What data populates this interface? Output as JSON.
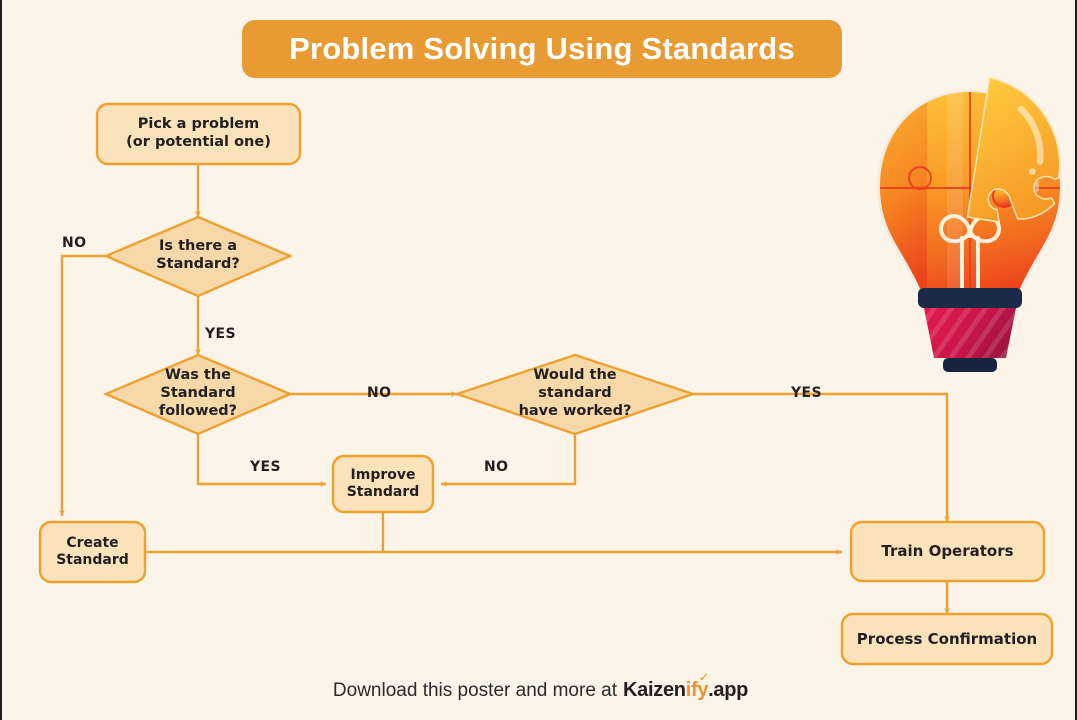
{
  "poster": {
    "title": "Problem Solving Using Standards",
    "background_color": "#FCF4E8",
    "accent_color": "#E89B33",
    "node_fill": "#FAE2BA",
    "diamond_fill": "#F7D8A9",
    "stroke_color": "#EFA130",
    "text_color": "#231f20"
  },
  "nodes": [
    {
      "id": "pick",
      "type": "process",
      "line1": "Pick a problem",
      "line2": "(or potential one)"
    },
    {
      "id": "is_standard",
      "type": "decision",
      "line1": "Is there a",
      "line2": "Standard?",
      "line3": ""
    },
    {
      "id": "was_followed",
      "type": "decision",
      "line1": "Was the",
      "line2": "Standard",
      "line3": "followed?"
    },
    {
      "id": "would_work",
      "type": "decision",
      "line1": "Would the",
      "line2": "standard",
      "line3": "have worked?"
    },
    {
      "id": "improve",
      "type": "process",
      "line1": "Improve",
      "line2": "Standard"
    },
    {
      "id": "create",
      "type": "process",
      "line1": "Create",
      "line2": "Standard"
    },
    {
      "id": "train",
      "type": "process",
      "line1": "Train Operators",
      "line2": ""
    },
    {
      "id": "confirm",
      "type": "process",
      "line1": "Process Confirmation",
      "line2": ""
    }
  ],
  "edge_labels": {
    "is_standard_no": "NO",
    "is_standard_yes": "YES",
    "was_followed_no": "NO",
    "was_followed_yes": "YES",
    "would_work_no": "NO",
    "would_work_yes": "YES"
  },
  "illustration": {
    "name": "lightbulb-puzzle-icon",
    "bulb_gradient_top": "#FBB13C",
    "bulb_gradient_bottom": "#EC3A1F",
    "band_color": "#1B2A47",
    "base_color": "#D11A4B",
    "filament_color": "#FDF0DC"
  },
  "footer": {
    "text": "Download this poster and more at",
    "brand_part1": "Kaizen",
    "brand_part2": "ify",
    "brand_part3": ".app"
  }
}
